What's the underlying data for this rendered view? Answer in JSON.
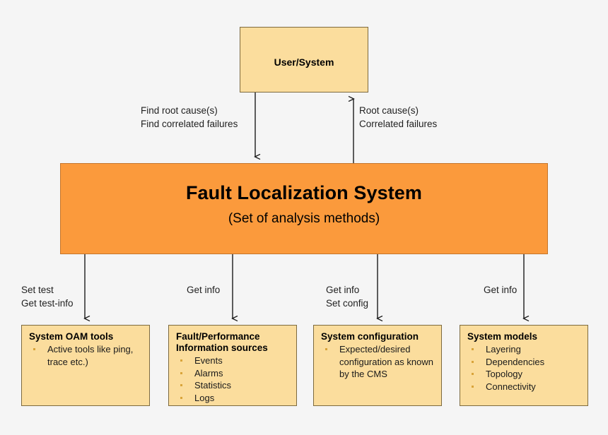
{
  "diagram": {
    "background_color": "#f5f5f5",
    "accent_color": "#fb9a3c",
    "node_color": "#fbdd9d",
    "border_color": "#7d6a3f",
    "bullet_color": "#d9a43a"
  },
  "top_node": {
    "label": "User/System"
  },
  "center_node": {
    "title": "Fault Localization System",
    "subtitle": "(Set of analysis methods)"
  },
  "edge_labels": {
    "down_to_system": "Find root cause(s)\nFind correlated failures",
    "up_to_user": "Root cause(s)\nCorrelated failures",
    "to_oam": "Set test\nGet test-info",
    "to_fault": "Get info",
    "to_config": "Get info\nSet config",
    "to_models": "Get info"
  },
  "bottom_nodes": [
    {
      "heading": "System OAM tools",
      "items": [
        "Active tools like ping, trace etc.)"
      ]
    },
    {
      "heading": "Fault/Performance\nInformation sources",
      "items": [
        "Events",
        "Alarms",
        "Statistics",
        "Logs"
      ]
    },
    {
      "heading": "System configuration",
      "items": [
        "Expected/desired configuration as known by the CMS"
      ]
    },
    {
      "heading": "System models",
      "items": [
        "Layering",
        "Dependencies",
        "Topology",
        "Connectivity"
      ]
    }
  ]
}
